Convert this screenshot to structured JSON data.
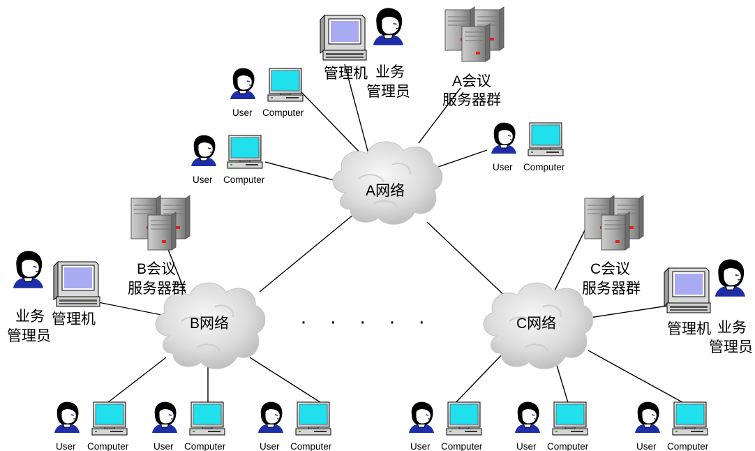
{
  "networks": {
    "a": {
      "name": "A网络"
    },
    "b": {
      "name": "B网络"
    },
    "c": {
      "name": "C网络"
    }
  },
  "server_groups": {
    "a": {
      "line1": "A会议",
      "line2": "服务器群"
    },
    "b": {
      "line1": "B会议",
      "line2": "服务器群"
    },
    "c": {
      "line1": "C会议",
      "line2": "服务器群"
    }
  },
  "roles": {
    "admin_machine": "管理机",
    "staff_line1": "业务",
    "staff_line2": "管理员"
  },
  "terminal": {
    "user_label": "User",
    "computer_label": "Computer"
  },
  "ellipsis": "· · · · ·",
  "colors": {
    "screen": "#1FE0EC",
    "admin_screen": "#A8AAF2",
    "hair": "#000000",
    "shirt": "#1E2EA8",
    "server": "#A9A9A9",
    "led": "#E3201B",
    "cloud": "#E2E2E2",
    "line": "#000000"
  }
}
